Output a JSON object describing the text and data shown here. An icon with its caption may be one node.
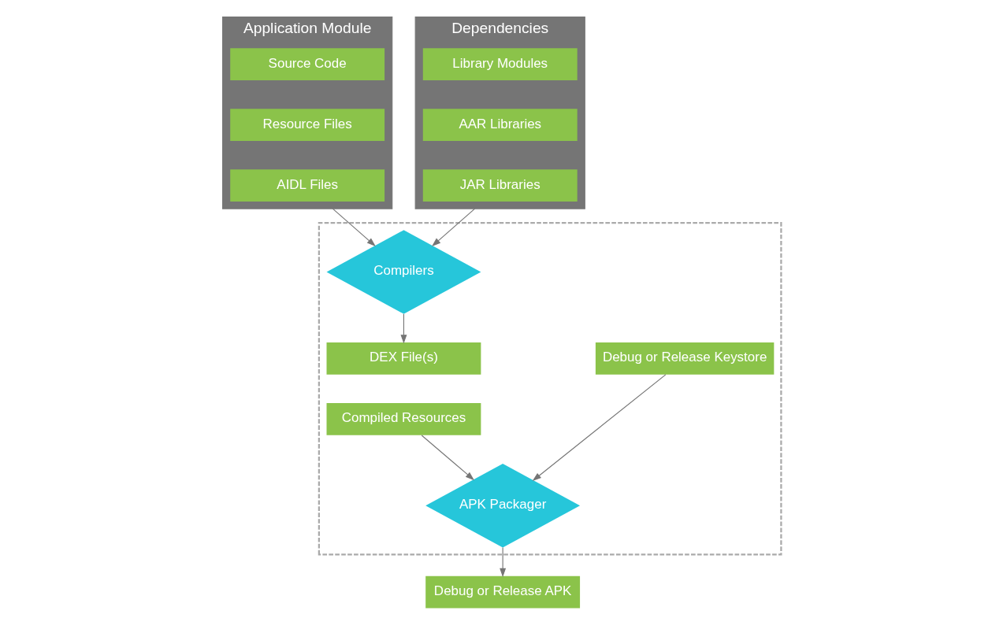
{
  "diagram": {
    "nodes": [
      {
        "text": [
          "Application Module"
        ]
      },
      {
        "text": [
          "Source Code"
        ],
        "in": 0
      },
      {
        "text": [
          "Resource Files"
        ],
        "in": 0
      },
      {
        "text": [
          "AIDL Files"
        ],
        "in": 0
      },
      {
        "text": [
          "Dependencies"
        ]
      },
      {
        "text": [
          "Library Modules"
        ],
        "in": 4
      },
      {
        "text": [
          "AAR Libraries"
        ],
        "in": 4
      },
      {
        "text": [
          "JAR Libraries"
        ],
        "in": 4
      },
      {
        "text": [],
        "shape": "box"
      },
      {
        "text": [
          "Compilers"
        ],
        "in": 8
      },
      {
        "text": [
          "DEX File(s)"
        ],
        "in": 8
      },
      {
        "text": [
          "Compiled Resources"
        ],
        "in": 8
      },
      {
        "text": [
          "Debug or Release Keystore"
        ],
        "in": 8
      },
      {
        "text": [
          "APK Packager"
        ],
        "in": 8
      },
      {
        "text": [
          "Debug or Release APK"
        ]
      }
    ],
    "edges": [
      {
        "from": 0,
        "to": 9,
        "arrow": "to"
      },
      {
        "from": 4,
        "to": 9,
        "arrow": "to"
      },
      {
        "from": 9,
        "to": 10,
        "arrow": "to"
      },
      {
        "from": 11,
        "to": 13,
        "arrow": "to"
      },
      {
        "from": 12,
        "to": 13,
        "arrow": "to"
      },
      {
        "from": 13,
        "to": 14,
        "arrow": "to"
      }
    ]
  }
}
